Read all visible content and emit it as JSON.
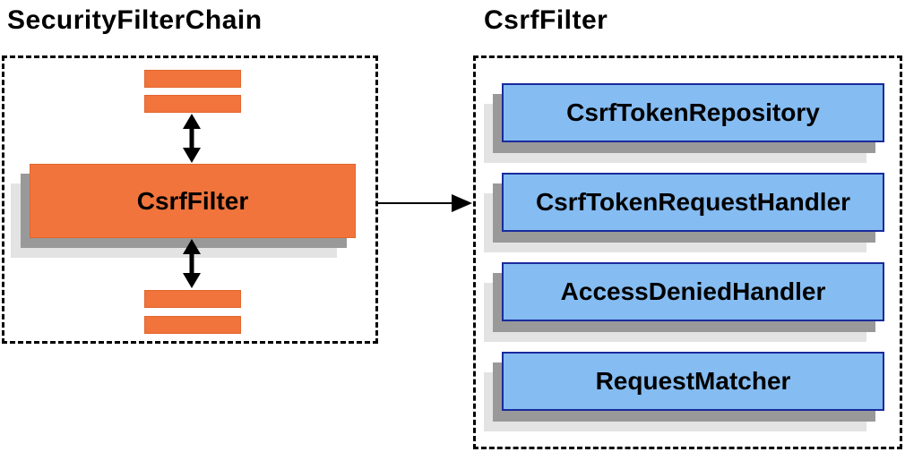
{
  "left_panel": {
    "title": "SecurityFilterChain",
    "filter_box_label": "CsrfFilter"
  },
  "right_panel": {
    "title": "CsrfFilter",
    "components": [
      "CsrfTokenRepository",
      "CsrfTokenRequestHandler",
      "AccessDeniedHandler",
      "RequestMatcher"
    ]
  },
  "icons": {
    "vertical_double_arrow": "double-headed vertical arrow",
    "right_arrow": "right-pointing arrow"
  },
  "colors": {
    "orange": "#F0743C",
    "orange_border": "#E2662D",
    "blue_fill": "#85BCF2",
    "blue_border": "#1A2A9C",
    "shadow_dark": "#999999",
    "shadow_light": "#E3E3E3",
    "dashed_border": "#000000",
    "text": "#000000"
  }
}
